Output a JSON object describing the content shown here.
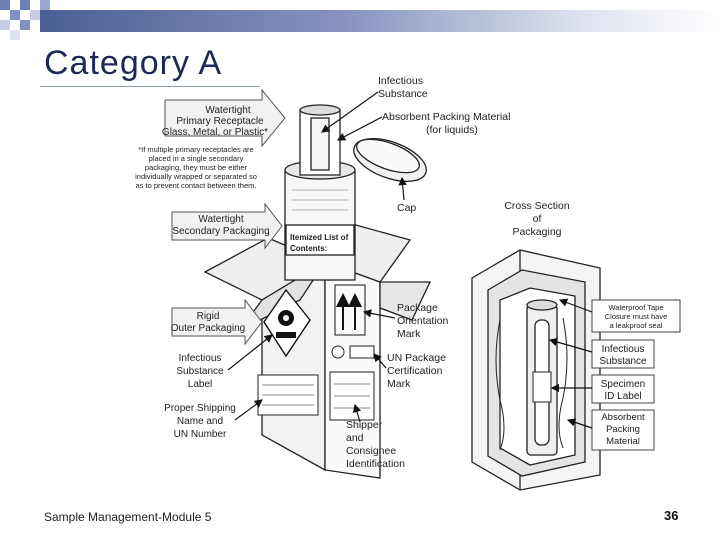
{
  "slide": {
    "title": "Category A",
    "footer": "Sample Management-Module 5",
    "page_number": "36"
  },
  "diagram": {
    "callout_watertight_primary": [
      "Watertight",
      "Primary Receptacle",
      "Glass, Metal, or Plastic*"
    ],
    "note_multiple": [
      "*If multiple primary receptacles are",
      "placed in a single secondary",
      "packaging, they must be either",
      "individually wrapped or separated so",
      "as to prevent contact between them."
    ],
    "callout_watertight_secondary": [
      "Watertight",
      "Secondary Packaging"
    ],
    "callout_rigid_outer": [
      "Rigid",
      "Outer Packaging"
    ],
    "callout_infectious_label": [
      "Infectious",
      "Substance",
      "Label"
    ],
    "callout_proper_shipping": [
      "Proper Shipping",
      "Name and",
      "UN Number"
    ],
    "callout_infectious_substance": [
      "Infectious",
      "Substance"
    ],
    "callout_absorbent": [
      "Absorbent Packing Material",
      "(for liquids)"
    ],
    "callout_cap": "Cap",
    "callout_orientation": [
      "Package",
      "Orientation",
      "Mark"
    ],
    "callout_un_cert": [
      "UN Package",
      "Certification",
      "Mark"
    ],
    "callout_shipper": [
      "Shipper",
      "and",
      "Consignee",
      "Identification"
    ],
    "cross_section_heading": [
      "Cross Section",
      "of",
      "Packaging"
    ],
    "xs_waterproof_tape": [
      "Waterproof Tape",
      "Closure must have",
      "a leakproof seal"
    ],
    "xs_infectious": [
      "Infectious",
      "Substance"
    ],
    "xs_specimen": [
      "Specimen",
      "ID Label"
    ],
    "xs_absorbent": [
      "Absorbent",
      "Packing",
      "Material"
    ],
    "contents_label": [
      "Itemized List of",
      "Contents:"
    ]
  }
}
